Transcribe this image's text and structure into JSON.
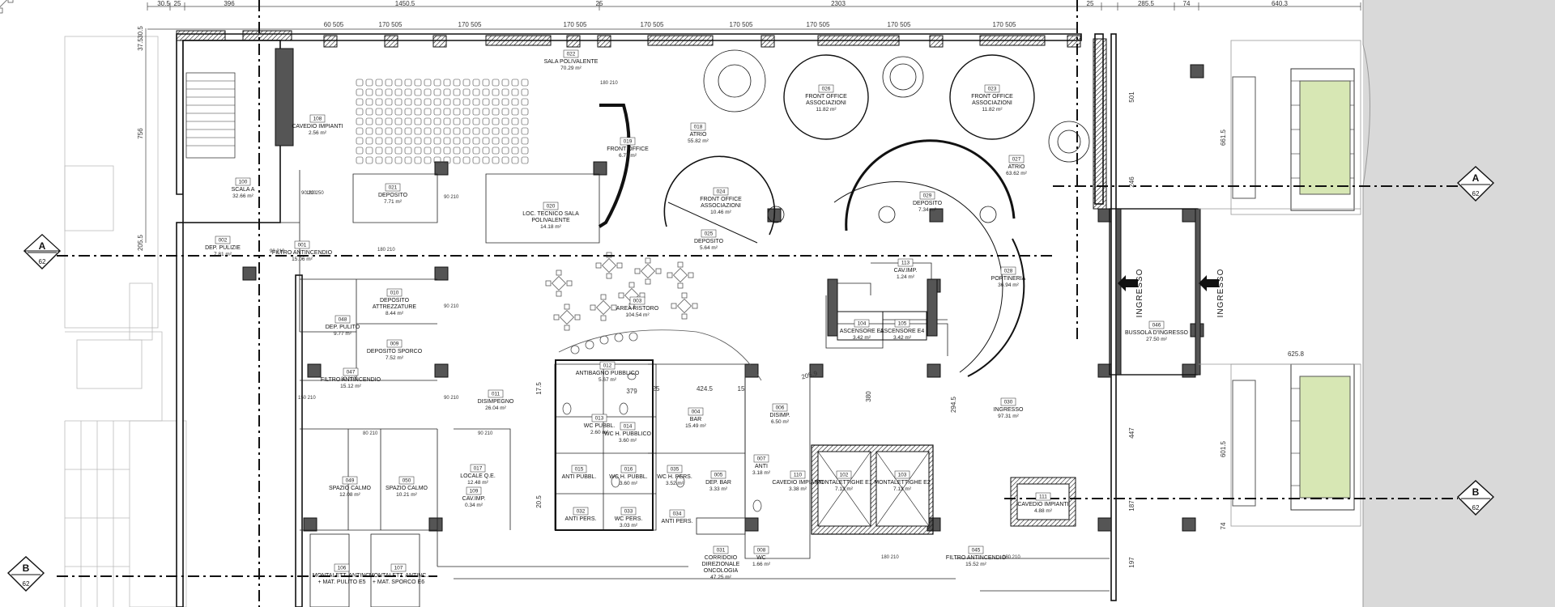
{
  "dimensions_top": [
    "30.5",
    "25",
    "396",
    "1450.5",
    "25",
    "2303",
    "25",
    "285.5",
    "74",
    "640.3"
  ],
  "dimensions_window": [
    "60 505",
    "170 505",
    "170 505",
    "170 505",
    "170 505",
    "170 505",
    "170 505",
    "170 505",
    "170 505"
  ],
  "dimensions_left": [
    "30.5",
    "37.5",
    "756",
    "205.5"
  ],
  "dimensions_misc": [
    "501",
    "246",
    "661.5",
    "625.8",
    "447",
    "601.5",
    "187",
    "197",
    "424.5",
    "379",
    "205.9",
    "25",
    "15",
    "294.5",
    "380",
    "17.5",
    "20.5",
    "74"
  ],
  "section_markers": [
    {
      "letter": "A",
      "sheet": "62"
    },
    {
      "letter": "A",
      "sheet": "62"
    },
    {
      "letter": "B",
      "sheet": "62"
    },
    {
      "letter": "B",
      "sheet": "62"
    }
  ],
  "entry_labels": [
    "INGRESSO",
    "INGRESSO"
  ],
  "rooms": [
    {
      "num": "022",
      "name": "SALA POLIVALENTE",
      "area": "70.29 m²"
    },
    {
      "num": "108",
      "name": "CAVEDIO IMPIANTI",
      "area": "2.56 m²"
    },
    {
      "num": "100",
      "name": "SCALA A",
      "area": "32.66 m²"
    },
    {
      "num": "021",
      "name": "DEPOSITO",
      "area": "7.71 m²"
    },
    {
      "num": "020",
      "name": "LOC. TECNICO SALA POLIVALENTE",
      "area": "14.18 m²"
    },
    {
      "num": "019",
      "name": "FRONT OFFICE",
      "area": "6.77 m²"
    },
    {
      "num": "018",
      "name": "ATRIO",
      "area": "55.82 m²"
    },
    {
      "num": "026",
      "name": "FRONT OFFICE ASSOCIAZIONI",
      "area": "11.82 m²"
    },
    {
      "num": "023",
      "name": "FRONT OFFICE ASSOCIAZIONI",
      "area": "11.82 m²"
    },
    {
      "num": "027",
      "name": "ATRIO",
      "area": "63.62 m²"
    },
    {
      "num": "024",
      "name": "FRONT OFFICE ASSOCIAZIONI",
      "area": "10.46 m²"
    },
    {
      "num": "025",
      "name": "DEPOSITO",
      "area": "5.64 m²"
    },
    {
      "num": "029",
      "name": "DEPOSITO",
      "area": "7.34 m²"
    },
    {
      "num": "002",
      "name": "DEP. PULIZIE",
      "area": "7.81 m²"
    },
    {
      "num": "001",
      "name": "FILTRO ANTINCENDIO",
      "area": "15.06 m²"
    },
    {
      "num": "010",
      "name": "DEPOSITO ATTREZZATURE",
      "area": "8.44 m²"
    },
    {
      "num": "048",
      "name": "DEP. PULITO",
      "area": "9.77 m²"
    },
    {
      "num": "009",
      "name": "DEPOSITO SPORCO",
      "area": "7.52 m²"
    },
    {
      "num": "003",
      "name": "AREA RISTORO",
      "area": "104.54 m²"
    },
    {
      "num": "113",
      "name": "CAV.IMP.",
      "area": "1.24 m²"
    },
    {
      "num": "028",
      "name": "PORTINERIA",
      "area": "36.94 m²"
    },
    {
      "num": "104",
      "name": "ASCENSORE E3",
      "area": "3.42 m²"
    },
    {
      "num": "105",
      "name": "ASCENSORE E4",
      "area": "3.42 m²"
    },
    {
      "num": "046",
      "name": "BUSSOLA D'INGRESSO",
      "area": "27.50 m²"
    },
    {
      "num": "047",
      "name": "FILTRO ANTINCENDIO",
      "area": "15.12 m²"
    },
    {
      "num": "011",
      "name": "DISIMPEGNO",
      "area": "26.04 m²"
    },
    {
      "num": "012",
      "name": "ANTIBAGNO PUBBLICO",
      "area": "5.67 m²"
    },
    {
      "num": "013",
      "name": "WC PUBBL.",
      "area": "2.60 m²"
    },
    {
      "num": "014",
      "name": "WC H. PUBBLICO",
      "area": "3.60 m²"
    },
    {
      "num": "004",
      "name": "BAR",
      "area": "15.49 m²"
    },
    {
      "num": "006",
      "name": "DISIMP.",
      "area": "6.50 m²"
    },
    {
      "num": "030",
      "name": "INGRESSO",
      "area": "97.31 m²"
    },
    {
      "num": "049",
      "name": "SPAZIO CALMO",
      "area": "12.08 m²"
    },
    {
      "num": "050",
      "name": "SPAZIO CALMO",
      "area": "10.21 m²"
    },
    {
      "num": "017",
      "name": "LOCALE Q.E.",
      "area": "12.48 m²"
    },
    {
      "num": "109",
      "name": "CAV.IMP.",
      "area": "0.34 m²"
    },
    {
      "num": "015",
      "name": "ANTI PUBBL.",
      "area": ""
    },
    {
      "num": "016",
      "name": "WC H. PUBBL.",
      "area": "3.60 m²"
    },
    {
      "num": "035",
      "name": "WC H. PERS.",
      "area": "3.52 m²"
    },
    {
      "num": "005",
      "name": "DEP. BAR",
      "area": "3.33 m²"
    },
    {
      "num": "007",
      "name": "ANTI",
      "area": "3.18 m²"
    },
    {
      "num": "110",
      "name": "CAVEDIO IMPIANTI",
      "area": "3.38 m²"
    },
    {
      "num": "102",
      "name": "MONTALETTIGHE E1",
      "area": "7.13 m²"
    },
    {
      "num": "103",
      "name": "MONTALETTIGHE E2",
      "area": "7.13 m²"
    },
    {
      "num": "111",
      "name": "CAVEDIO IMPIANTI",
      "area": "4.88 m²"
    },
    {
      "num": "032",
      "name": "ANTI PERS.",
      "area": ""
    },
    {
      "num": "033",
      "name": "WC PERS.",
      "area": "3.03 m²"
    },
    {
      "num": "034",
      "name": "ANTI PERS.",
      "area": ""
    },
    {
      "num": "031",
      "name": "CORRIDOIO DIREZIONALE ONCOLOGIA",
      "area": "47.25 m²"
    },
    {
      "num": "008",
      "name": "WC",
      "area": "1.66 m²"
    },
    {
      "num": "045",
      "name": "FILTRO ANTINCENDIO",
      "area": "15.52 m²"
    },
    {
      "num": "106",
      "name": "MONTALETT. ANTINC. + MAT. PULITO E5",
      "area": ""
    },
    {
      "num": "107",
      "name": "MONTALETT. ANTINC. + MAT. SPORCO E6",
      "area": ""
    }
  ],
  "door_dims": [
    "180 210",
    "90 210",
    "180 250",
    "90 210",
    "180 210",
    "90 210",
    "90 210",
    "80 210",
    "90 210",
    "150 210",
    "80 210",
    "90 210",
    "180 210",
    "180 210"
  ],
  "colors": {
    "wall": "#111111",
    "wall_fill": "#555555",
    "landscape": "#d7e7b4",
    "adjacent_bg": "#d9d9d9"
  }
}
